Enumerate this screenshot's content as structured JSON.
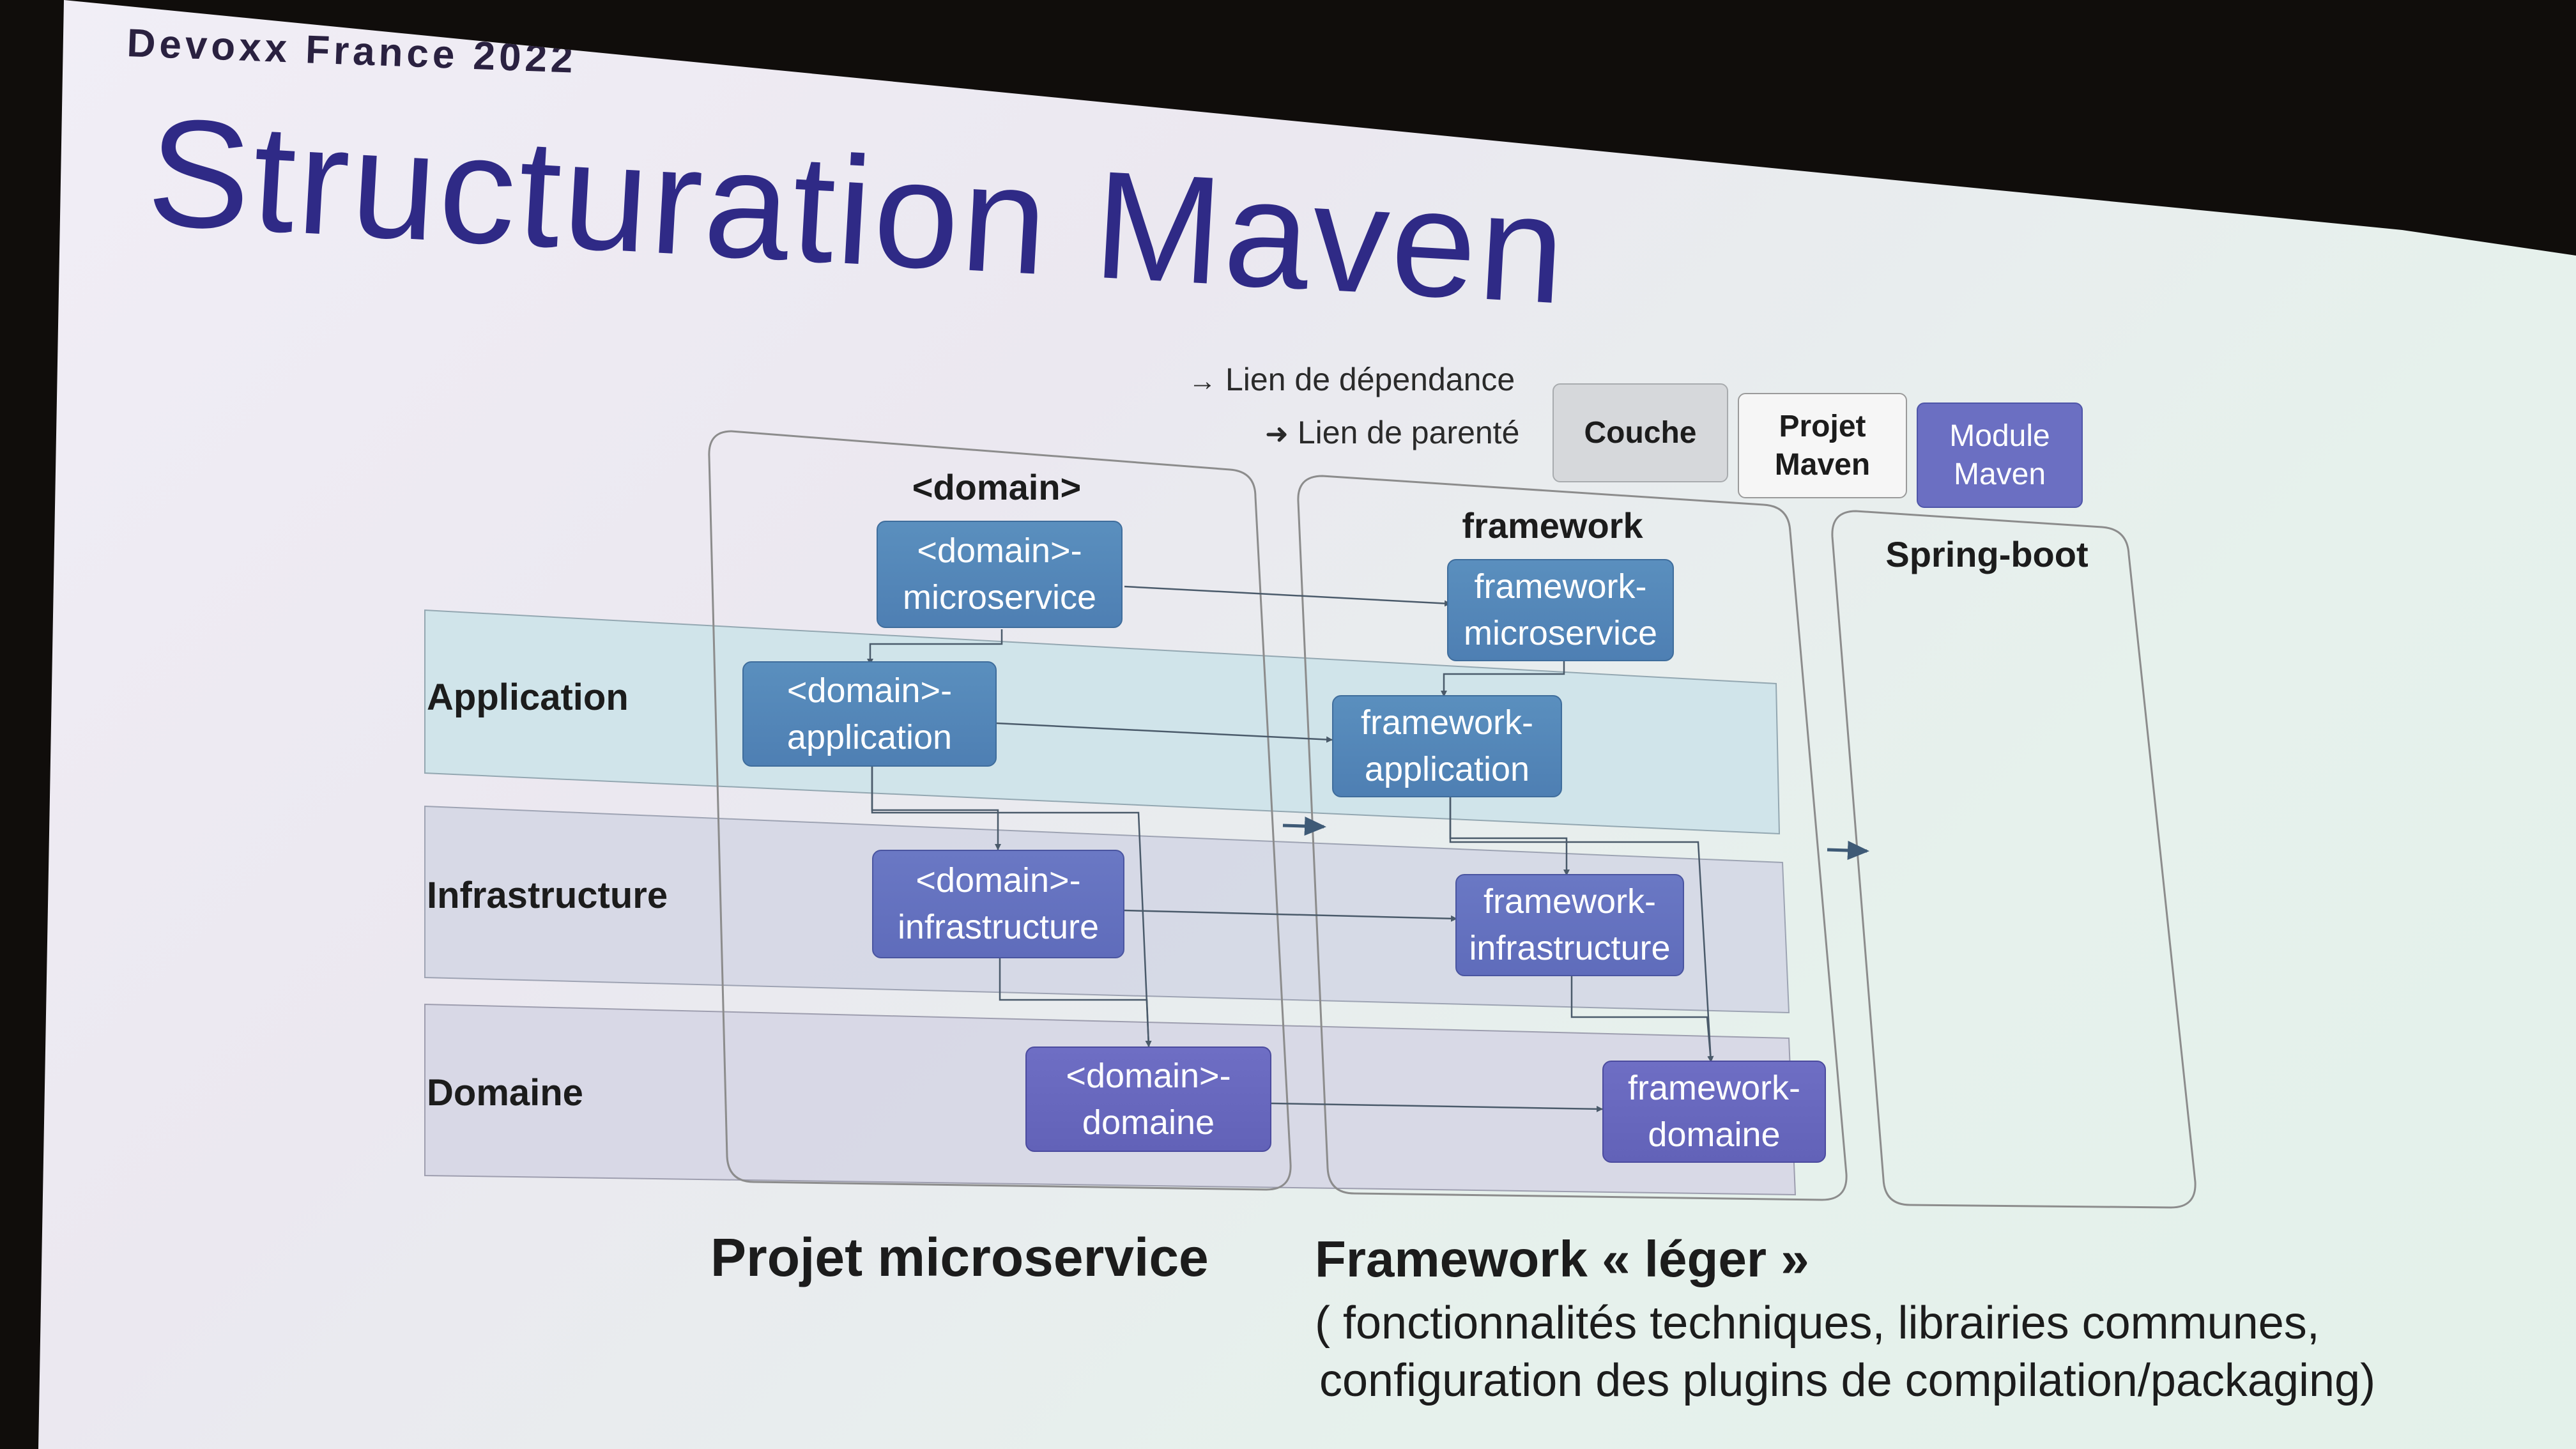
{
  "header": {
    "event": "Devoxx France 2022",
    "title": "Structuration Maven"
  },
  "legend": {
    "dependency_arrow": "→",
    "dependency_label": "Lien de dépendance",
    "parent_arrow": "➜",
    "parent_label": "Lien de parenté",
    "key_couche": "Couche",
    "key_projet_line1": "Projet",
    "key_projet_line2": "Maven",
    "key_module_line1": "Module",
    "key_module_line2": "Maven"
  },
  "layers": {
    "application": "Application",
    "infrastructure": "Infrastructure",
    "domaine": "Domaine"
  },
  "projects": {
    "domain": "<domain>",
    "framework": "framework",
    "springboot": "Spring-boot"
  },
  "modules": {
    "domain_microservice": [
      "<domain>-",
      "microservice"
    ],
    "domain_application": [
      "<domain>-",
      "application"
    ],
    "domain_infrastructure": [
      "<domain>-",
      "infrastructure"
    ],
    "domain_domaine": [
      "<domain>-",
      "domaine"
    ],
    "fw_microservice": [
      "framework-",
      "microservice"
    ],
    "fw_application": [
      "framework-",
      "application"
    ],
    "fw_infrastructure": [
      "framework-",
      "infrastructure"
    ],
    "fw_domaine": [
      "framework-",
      "domaine"
    ]
  },
  "captions": {
    "left": "Projet microservice",
    "right": "Framework « léger »",
    "right_sub1": "( fonctionnalités techniques, librairies communes,",
    "right_sub2": "configuration des plugins de compilation/packaging)"
  },
  "colors": {
    "title": "#2f2a86",
    "module_app": "#5a8fbe",
    "module_domain": "#6262b8",
    "layer_app": "#cfe4ea",
    "layer_infra": "#d6d9e6",
    "layer_domain": "#d8d8e6"
  }
}
